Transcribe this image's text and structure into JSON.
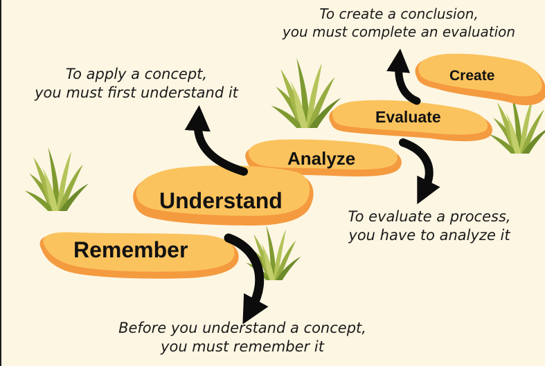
{
  "steps": {
    "remember": "Remember",
    "understand": "Understand",
    "analyze": "Analyze",
    "evaluate": "Evaluate",
    "create": "Create"
  },
  "captions": {
    "create": {
      "line1": "To create a conclusion,",
      "line2": "you must complete an evaluation"
    },
    "apply": {
      "line1": "To apply a concept,",
      "line2": "you must first understand it"
    },
    "evaluate": {
      "line1": "To evaluate a process,",
      "line2": "you have to analyze it"
    },
    "understand": {
      "line1": "Before you understand a concept,",
      "line2": "you must remember it"
    }
  },
  "colors": {
    "background": "#fdf6e3",
    "stone_fill": "#fbc35e",
    "stone_shadow": "#f49a3f",
    "grass_light": "#a6b84b",
    "grass_dark": "#6d8a2a",
    "arrow": "#0c0c0c"
  }
}
